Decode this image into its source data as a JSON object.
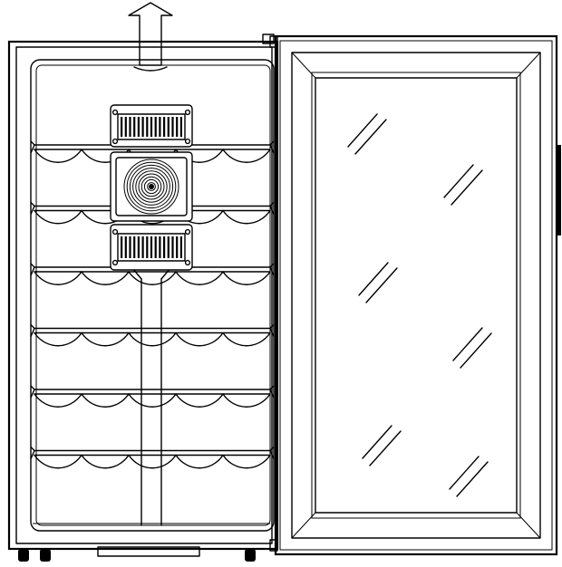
{
  "diagram": {
    "rack_count": 6,
    "bottle_slots_per_rack": 5,
    "glass_reflection_count": 6,
    "airflow_direction": "up",
    "door_state": "open",
    "icons": [
      "airflow-arrow-icon",
      "fan-icon",
      "heatsink-icon",
      "wine-rack-icon",
      "glass-reflection-icon",
      "foot-icon"
    ],
    "colors": {
      "line": "#000000",
      "background": "#ffffff"
    }
  }
}
